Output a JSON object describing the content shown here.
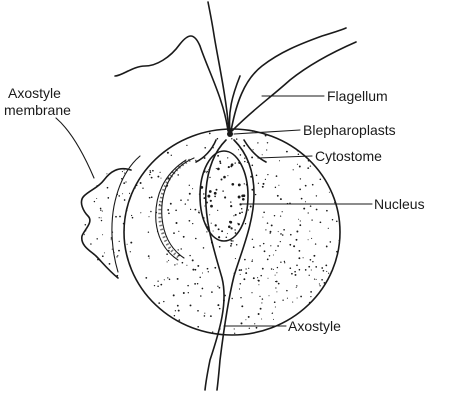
{
  "labels": {
    "axostyle_membrane_line1": "Axostyle",
    "axostyle_membrane_line2": "membrane",
    "flagellum": "Flagellum",
    "blepharoplasts": "Blepharoplasts",
    "cytostome": "Cytostome",
    "nucleus": "Nucleus",
    "axostyle": "Axostyle"
  }
}
